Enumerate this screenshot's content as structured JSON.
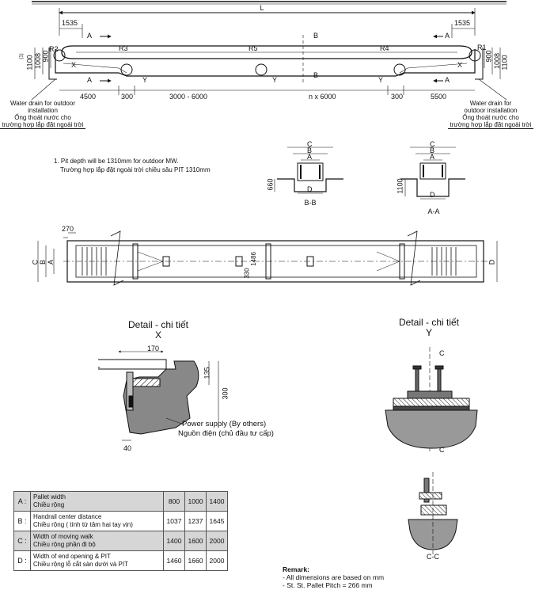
{
  "elevation": {
    "L": "L",
    "dim_left": "1535",
    "dim_right": "1535",
    "section_marks": [
      "A",
      "B",
      "A",
      "A",
      "B",
      "A"
    ],
    "supports": [
      "R2",
      "R3",
      "R5",
      "R4",
      "R1"
    ],
    "detail_marks": [
      "X",
      "Y",
      "Y",
      "Y",
      "X"
    ],
    "left_heights": [
      "1100",
      "1008",
      "900"
    ],
    "right_heights": [
      "900",
      "1008",
      "1100"
    ],
    "footnote_mark": "(1)",
    "bottom_dims": [
      "4500",
      "300",
      "3000 - 6000",
      "n x 6000",
      "300",
      "5500"
    ],
    "drain_left": [
      "Water drain for outdoor",
      "installation",
      "Ống thoát nước cho",
      "trường hợp lắp đặt ngoài trời"
    ],
    "drain_right": [
      "Water drain for",
      "outdoor installation",
      "Ống thoát nước cho",
      "trường hợp lắp đặt ngoài trời"
    ]
  },
  "note": {
    "line1": "1. Pit depth will be 1310mm for outdoor MW.",
    "line2": "Trường hợp lắp đặt ngoài trời chiều sâu PIT 1310mm"
  },
  "section_bb": {
    "letters": [
      "C",
      "B",
      "A",
      "D"
    ],
    "height": "660",
    "title": "B-B"
  },
  "section_aa": {
    "letters": [
      "C",
      "B",
      "A",
      "D"
    ],
    "height": "1100",
    "title": "A-A"
  },
  "plan": {
    "dim_top": "270",
    "left_letters": [
      "C",
      "B",
      "A"
    ],
    "right_letter": "D",
    "center_dims": [
      "330",
      "1486"
    ]
  },
  "detail_x": {
    "title_en": "Detail - chi tiết",
    "mark": "X",
    "dim_170": "170",
    "dim_135": "135",
    "dim_300": "300",
    "dim_40": "40",
    "power_en": "Power supply (By others)",
    "power_vi": "Nguồn điện (chủ đầu tư cấp)"
  },
  "detail_y": {
    "title_en": "Detail - chi tiết",
    "mark": "Y",
    "cut_mark": "C",
    "section_title": "C-C"
  },
  "table": {
    "rows": [
      {
        "key": "A :",
        "en": "Pallet width",
        "vi": "Chiều rộng",
        "v": [
          "800",
          "1000",
          "1400"
        ]
      },
      {
        "key": "B :",
        "en": "Handrail center distance",
        "vi": "Chiều rộng ( tính từ tâm hai tay vịn)",
        "v": [
          "1037",
          "1237",
          "1645"
        ]
      },
      {
        "key": "C :",
        "en": "Width of moving walk",
        "vi": "Chiều rộng phần đi bộ",
        "v": [
          "1400",
          "1600",
          "2000"
        ]
      },
      {
        "key": "D :",
        "en": "Width of end opening & PIT",
        "vi": "Chiều rộng lỗ cắt sàn dưới và PIT",
        "v": [
          "1460",
          "1660",
          "2000"
        ]
      }
    ]
  },
  "remark": {
    "title": "Remark:",
    "line1": "- All dimensions are based on mm",
    "line2": "- St. St. Pallet Pitch = 266 mm"
  }
}
